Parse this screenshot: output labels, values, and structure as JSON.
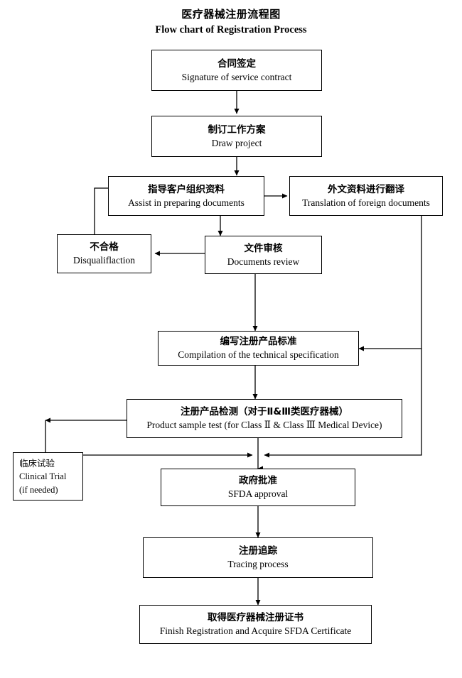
{
  "title": {
    "cn": "医疗器械注册流程图",
    "en": "Flow chart of Registration Process"
  },
  "nodes": {
    "contract": {
      "cn": "合同签定",
      "en": "Signature of service contract"
    },
    "draw_project": {
      "cn": "制订工作方案",
      "en": "Draw project"
    },
    "assist_docs": {
      "cn": "指导客户组织资料",
      "en": "Assist in preparing documents"
    },
    "translation": {
      "cn": "外文资料进行翻译",
      "en": "Translation of foreign documents"
    },
    "disqualification": {
      "cn": "不合格",
      "en": "Disqualiflaction"
    },
    "documents_review": {
      "cn": "文件审核",
      "en": "Documents review"
    },
    "tech_spec": {
      "cn": "编写注册产品标准",
      "en": "Compilation of the technical specification"
    },
    "sample_test": {
      "cn": "注册产品检测（对于Ⅱ&Ⅲ类医疗器械）",
      "en": "Product sample test (for Class  Ⅱ & Class  Ⅲ  Medical Device)"
    },
    "clinical_trial": {
      "cn": "临床试验",
      "en": "Clinical Trial",
      "note": "(if needed)"
    },
    "sfda_approval": {
      "cn": "政府批准",
      "en": "SFDA approval"
    },
    "tracing": {
      "cn": "注册追踪",
      "en": "Tracing process"
    },
    "finish": {
      "cn": "取得医疗器械注册证书",
      "en": "Finish Registration and Acquire SFDA Certificate"
    }
  },
  "style": {
    "line_color": "#000000",
    "box_border": "#000000",
    "background": "#ffffff"
  }
}
